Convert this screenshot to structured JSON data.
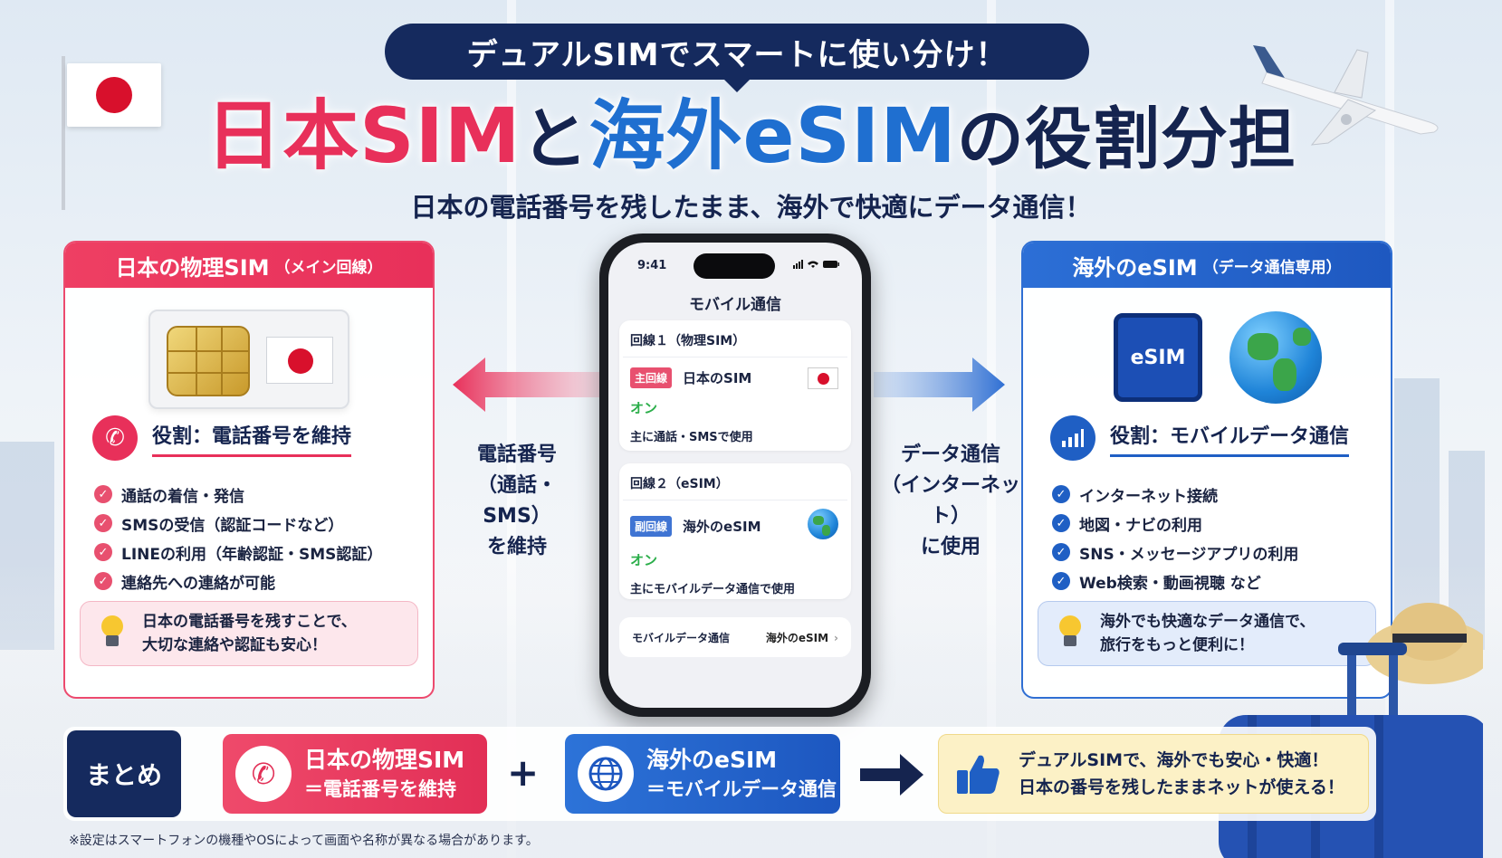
{
  "header": {
    "bubble": "デュアルSIMでスマートに使い分け！",
    "title_part1": "日本SIM",
    "title_part2": "と",
    "title_part3": "海外eSIM",
    "title_part4": "の役割分担",
    "subtitle": "日本の電話番号を残したまま、海外で快適にデータ通信！"
  },
  "left_card": {
    "title": "日本の物理SIM",
    "title_small": "（メイン回線）",
    "role": "役割：電話番号を維持",
    "items": [
      "通話の着信・発信",
      "SMSの受信（認証コードなど）",
      "LINEの利用（年齢認証・SMS認証）",
      "連絡先への連絡が可能"
    ],
    "note_line1": "日本の電話番号を残すことで、",
    "note_line2": "大切な連絡や認証も安心！"
  },
  "right_card": {
    "title": "海外のeSIM",
    "title_small": "（データ通信専用）",
    "chip_label": "eSIM",
    "role": "役割：モバイルデータ通信",
    "items": [
      "インターネット接続",
      "地図・ナビの利用",
      "SNS・メッセージアプリの利用",
      "Web検索・動画視聴 など"
    ],
    "note_line1": "海外でも快適なデータ通信で、",
    "note_line2": "旅行をもっと便利に！"
  },
  "arrows": {
    "left_line1": "電話番号",
    "left_line2": "（通話・SMS）",
    "left_line3": "を維持",
    "right_line1": "データ通信",
    "right_line2": "（インターネット）",
    "right_line3": "に使用"
  },
  "phone": {
    "time": "9:41",
    "screen_title": "モバイル通信",
    "line1": {
      "section": "回線１（物理SIM）",
      "tag": "主回線",
      "name": "日本のSIM",
      "status": "オン",
      "usage": "主に通話・SMSで使用"
    },
    "line2": {
      "section": "回線２（eSIM）",
      "tag": "副回線",
      "name": "海外のeSIM",
      "status": "オン",
      "usage": "主にモバイルデータ通信で使用"
    },
    "mobile_data_label": "モバイルデータ通信",
    "mobile_data_value": "海外のeSIM"
  },
  "summary": {
    "tag": "まとめ",
    "box1_line1": "日本の物理SIM",
    "box1_line2": "＝電話番号を維持",
    "plus": "+",
    "box2_line1": "海外のeSIM",
    "box2_line2": "＝モバイルデータ通信",
    "final_line1": "デュアルSIMで、海外でも安心・快適！",
    "final_line2": "日本の番号を残したままネットが使える！"
  },
  "footnote": "※設定はスマートフォンの機種やOSによって画面や名称が異なる場合があります。",
  "colors": {
    "red": "#e8305a",
    "blue": "#1f6fd0",
    "navy": "#152a5e",
    "green_on": "#2bae4a"
  },
  "icons": {
    "phone": "phone-icon",
    "chart": "signal-bars-icon",
    "check": "check-icon",
    "bulb": "lightbulb-icon",
    "globe": "globe-icon",
    "thumb": "thumbs-up-icon"
  }
}
